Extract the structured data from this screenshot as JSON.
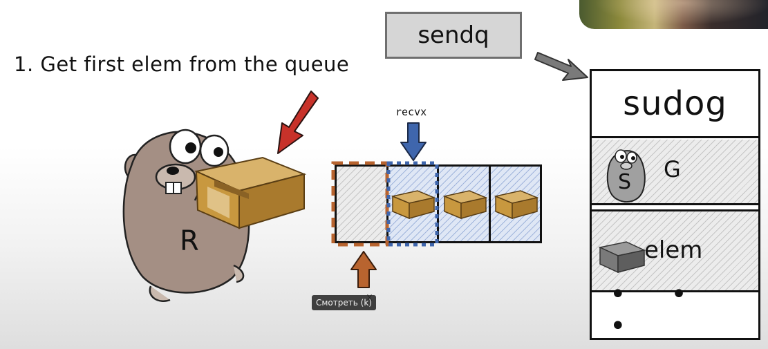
{
  "slide": {
    "step_title": "1. Get first elem from the queue",
    "sendq_label": "sendq",
    "queue": {
      "recvx_label": "recvx",
      "sendx_label": "x"
    },
    "sudog": {
      "title": "sudog",
      "g_field": "G",
      "g_sub_label": "S",
      "elem_field": "elem",
      "more_label": "• • •"
    },
    "gopher": {
      "label": "R"
    }
  },
  "player": {
    "tooltip": "Смотреть (k)"
  },
  "colors": {
    "red_arrow": "#c8322a",
    "blue_arrow": "#3f66ad",
    "orange_arrow": "#b8642f",
    "gray_arrow": "#7a7a7a",
    "box_tan": "#c79a4e",
    "gopher_body": "#a48f84"
  }
}
